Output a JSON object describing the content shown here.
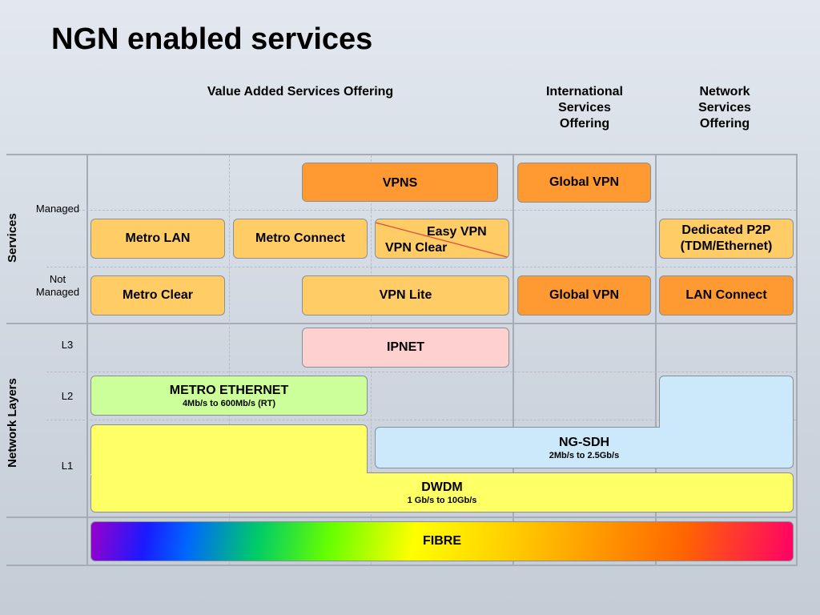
{
  "title": "NGN enabled services",
  "columns": {
    "value_added": "Value Added Services Offering",
    "international": [
      "International",
      "Services",
      "Offering"
    ],
    "network": [
      "Network",
      "Services",
      "Offering"
    ]
  },
  "side_labels": {
    "services": "Services",
    "network_layers": "Network Layers"
  },
  "row_labels": {
    "managed": "Managed",
    "not_managed": [
      "Not",
      "Managed"
    ],
    "l3": "L3",
    "l2": "L2",
    "l1": "L1"
  },
  "boxes": {
    "vpns": "VPNS",
    "global_vpn_managed": "Global VPN",
    "metro_lan": "Metro LAN",
    "metro_connect": "Metro Connect",
    "easy_vpn": "Easy VPN",
    "vpn_clear": "VPN Clear",
    "dedicated_p2p": [
      "Dedicated P2P",
      "(TDM/Ethernet)"
    ],
    "metro_clear": "Metro Clear",
    "vpn_lite": "VPN Lite",
    "global_vpn_not_managed": "Global VPN",
    "lan_connect": "LAN Connect",
    "ipnet": "IPNET",
    "metro_ethernet": {
      "name": "METRO ETHERNET",
      "rate": "4Mb/s to 600Mb/s (RT)"
    },
    "ng_sdh": {
      "name": "NG-SDH",
      "rate": "2Mb/s to 2.5Gb/s"
    },
    "dwdm": {
      "name": "DWDM",
      "rate": "1 Gb/s to 10Gb/s"
    },
    "fibre": "FIBRE"
  },
  "colors": {
    "orange_dark": "#ff9a33",
    "orange_light": "#ffcc66",
    "pink": "#ffd0d0",
    "green": "#ccff99",
    "blue": "#cce8fb",
    "yellow": "#ffff66"
  }
}
